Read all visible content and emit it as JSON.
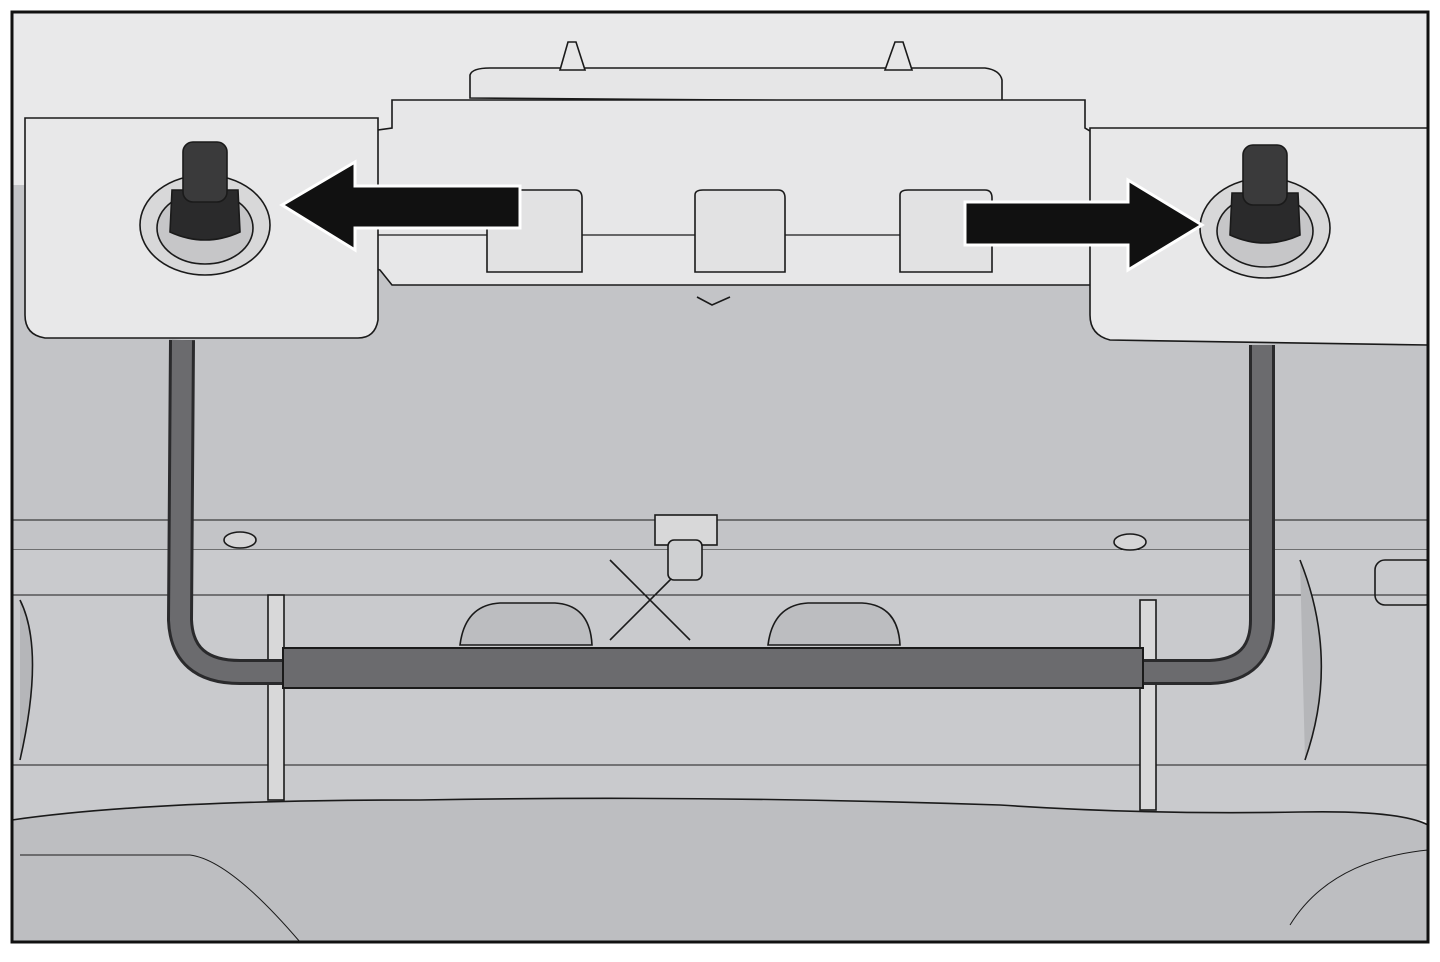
{
  "illustration": {
    "subject": "bracket-adjustment",
    "arrows": [
      "left",
      "right"
    ]
  },
  "colors": {
    "frame": "#111111",
    "panel_light": "#e8e8e9",
    "body_gray": "#c2c3c6",
    "lower_gray": "#b9babd",
    "rod": "#4a4a4c",
    "rod_fill": "#6b6b6e",
    "arrow": "#111111"
  }
}
